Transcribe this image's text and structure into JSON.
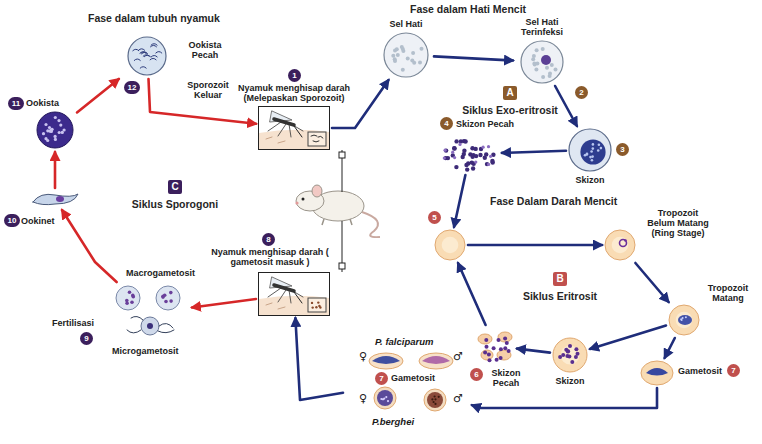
{
  "diagram": {
    "nodes": [
      {
        "text": [
          "1",
          "Nyamuk menghisap darah (Melepaskan Sporozoit)"
        ]
      },
      {
        "text": [
          "Sel Hati"
        ]
      },
      {
        "text": [
          "Sel Hati Terinfeksi",
          "2"
        ]
      },
      {
        "text": [
          "3",
          "Skizon"
        ]
      },
      {
        "text": [
          "4",
          "Skizon Pecah"
        ]
      },
      {
        "text": [
          "5"
        ]
      },
      {
        "text": [
          "Tropozoit Belum Matang (Ring Stage)"
        ]
      },
      {
        "text": [
          "Tropozoit Matang"
        ]
      },
      {
        "text": [
          "7",
          "Gametosit"
        ]
      },
      {
        "text": [
          "Skizon"
        ]
      },
      {
        "text": [
          "6",
          "Skizon Pecah"
        ]
      },
      {
        "text": [
          "P. falciparum",
          "♀",
          "♂",
          "7",
          "Gametosit",
          "♀",
          "♂",
          "P.berghei"
        ]
      },
      {
        "text": [
          "8",
          "Nyamuk menghisap darah ( gametosit masuk )"
        ]
      },
      {
        "text": [
          "Macrogametosit",
          "Fertilisasi",
          "9",
          "Microgametosit"
        ]
      },
      {
        "text": [
          "10",
          "Ookinet"
        ]
      },
      {
        "text": [
          "11",
          "Ookista"
        ]
      },
      {
        "text": [
          "Ookista Pecah",
          "12",
          "Sporozoit Keluar"
        ]
      }
    ],
    "edges": [
      {
        "from": 0,
        "to": 1,
        "arrow": "to"
      },
      {
        "from": 1,
        "to": 2,
        "arrow": "to"
      },
      {
        "from": 2,
        "to": 3,
        "arrow": "to"
      },
      {
        "from": 3,
        "to": 4,
        "arrow": "to"
      },
      {
        "from": 4,
        "to": 5,
        "arrow": "to"
      },
      {
        "from": 5,
        "to": 6,
        "arrow": "to"
      },
      {
        "from": 6,
        "to": 7,
        "arrow": "to"
      },
      {
        "from": 7,
        "to": 9,
        "arrow": "to"
      },
      {
        "from": 7,
        "to": 8,
        "arrow": "to"
      },
      {
        "from": 9,
        "to": 10,
        "arrow": "to"
      },
      {
        "from": 10,
        "to": 5,
        "arrow": "to"
      },
      {
        "from": 8,
        "to": 11,
        "arrow": "to"
      },
      {
        "from": 11,
        "to": 12,
        "arrow": "to"
      },
      {
        "from": 12,
        "to": 13,
        "arrow": "to"
      },
      {
        "from": 13,
        "to": 14,
        "arrow": "to"
      },
      {
        "from": 14,
        "to": 15,
        "arrow": "to"
      },
      {
        "from": 15,
        "to": 16,
        "arrow": "to"
      },
      {
        "from": 16,
        "to": 0,
        "arrow": "to"
      }
    ],
    "labels": [
      "Fase dalam tubuh nyamuk",
      "Fase dalam Hati Mencit",
      "A",
      "Siklus Exo-eritrosit",
      "Fase Dalam Darah Mencit",
      "B",
      "Siklus Eritrosit",
      "C",
      "Siklus Sporogoni"
    ]
  }
}
